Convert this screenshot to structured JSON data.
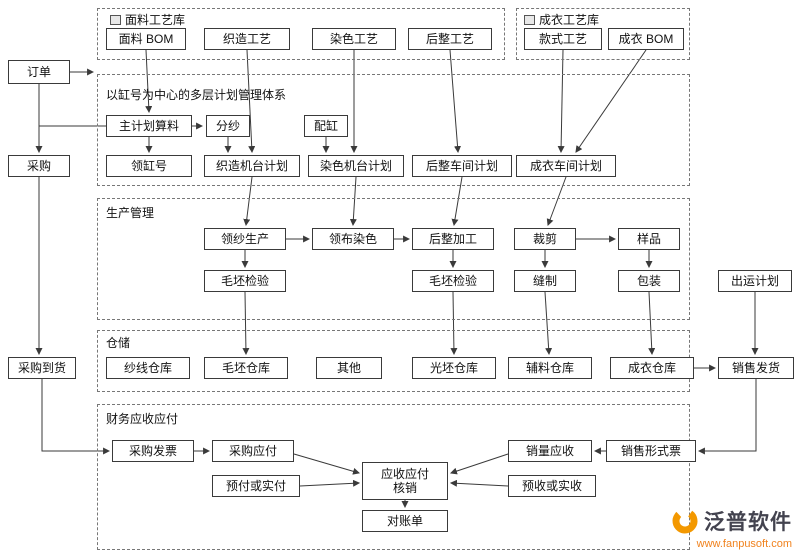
{
  "groups": {
    "fabric_lib": "面料工艺库",
    "garment_lib": "成衣工艺库",
    "plan_system": "以缸号为中心的多层计划管理体系",
    "production": "生产管理",
    "warehouse": "仓储",
    "finance": "财务应收应付"
  },
  "nodes": {
    "fabric_bom": "面料 BOM",
    "weaving_process": "织造工艺",
    "dyeing_process": "染色工艺",
    "finishing_process": "后整工艺",
    "style_process": "款式工艺",
    "garment_bom": "成衣 BOM",
    "order": "订单",
    "master_plan": "主计划算料",
    "yarn_split": "分纱",
    "vat_assign": "配缸",
    "vat_no": "领缸号",
    "weaving_machine_plan": "织造机台计划",
    "dyeing_machine_plan": "染色机台计划",
    "finishing_workshop_plan": "后整车间计划",
    "garment_workshop_plan": "成衣车间计划",
    "purchase": "采购",
    "yarn_production": "领纱生产",
    "fabric_dyeing": "领布染色",
    "finishing": "后整加工",
    "cutting": "裁剪",
    "sample": "样品",
    "grey_inspect_1": "毛坯检验",
    "grey_inspect_2": "毛坯检验",
    "sewing": "缝制",
    "packing": "包装",
    "shipping_plan": "出运计划",
    "yarn_warehouse": "纱线仓库",
    "grey_warehouse": "毛坯仓库",
    "other": "其他",
    "finished_grey_warehouse": "光坯仓库",
    "accessory_warehouse": "辅料仓库",
    "garment_warehouse": "成衣仓库",
    "purchase_arrival": "采购到货",
    "sales_delivery": "销售发货",
    "purchase_invoice": "采购发票",
    "purchase_payable": "采购应付",
    "prepaid": "预付或实付",
    "verification": "应收应付\n核销",
    "sales_receivable": "销量应收",
    "sales_proforma": "销售形式票",
    "prereceived": "预收或实收",
    "statement": "对账单"
  },
  "edges": [
    "order→plan_system",
    "fabric_bom→master_plan",
    "weaving_process→weaving_machine_plan",
    "dyeing_process→dyeing_machine_plan",
    "finishing_process→finishing_workshop_plan",
    "style_process→garment_workshop_plan",
    "garment_bom→garment_workshop_plan",
    "master_plan→yarn_split",
    "master_plan→vat_no",
    "master_plan→purchase",
    "order→purchase",
    "yarn_split→weaving_machine_plan",
    "vat_assign→dyeing_machine_plan",
    "purchase→purchase_arrival",
    "purchase_arrival→purchase_invoice",
    "weaving_machine_plan→yarn_production",
    "dyeing_machine_plan→fabric_dyeing",
    "finishing_workshop_plan→finishing",
    "garment_workshop_plan→cutting",
    "yarn_production→fabric_dyeing",
    "fabric_dyeing→finishing",
    "yarn_production→grey_inspect_1",
    "finishing→grey_inspect_2",
    "cutting→sewing",
    "cutting→sample",
    "sample→packing",
    "grey_inspect_1→grey_warehouse",
    "grey_inspect_2→finished_grey_warehouse",
    "sewing→accessory_warehouse",
    "packing→garment_warehouse",
    "shipping_plan→sales_delivery",
    "garment_warehouse→sales_delivery",
    "sales_delivery→sales_proforma",
    "purchase_invoice→purchase_payable",
    "purchase_payable→verification",
    "prepaid→verification",
    "sales_proforma→sales_receivable",
    "sales_receivable→verification",
    "prereceived→verification",
    "verification→statement"
  ],
  "logo": {
    "brand": "泛普软件",
    "url": "www.fanpusoft.com"
  },
  "colors": {
    "line": "#3a3a3a",
    "dashed_border": "#777777",
    "logo_orange": "#f39800",
    "url_orange": "#f0821e"
  }
}
